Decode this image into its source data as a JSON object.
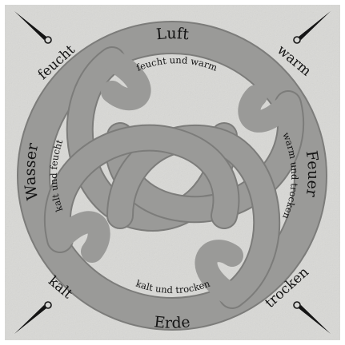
{
  "elements": {
    "top": "Luft",
    "right": "Feuer",
    "bottom": "Erde",
    "left": "Wasser"
  },
  "qualities": {
    "top": "feucht und warm",
    "right": "warm und trocken",
    "bottom": "kalt und trocken",
    "left": "kalt und feucht"
  },
  "corners": {
    "top_left": "feucht",
    "top_right": "warm",
    "bottom_left": "kalt",
    "bottom_right": "trocken"
  },
  "colors": {
    "background": "#d9d9d6",
    "frame": "#ffffff",
    "band": "#9a9a98",
    "band_edge": "#7c7c7a",
    "text": "#141414"
  }
}
